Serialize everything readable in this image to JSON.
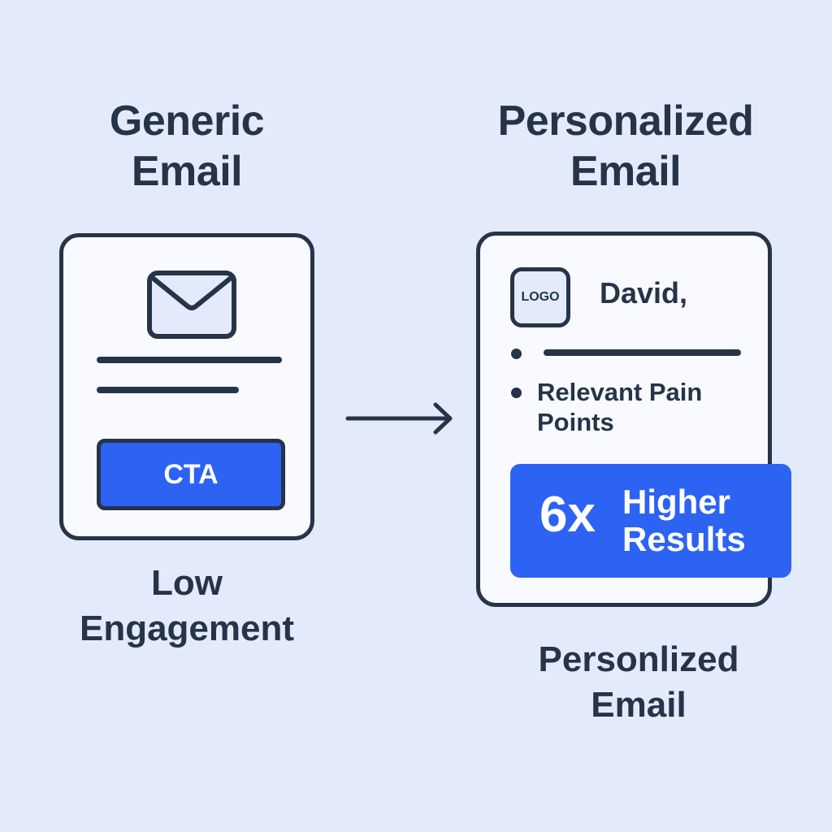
{
  "left": {
    "title_line1": "Generic",
    "title_line2": "Email",
    "icon": "envelope-icon",
    "cta_label": "CTA",
    "caption_line1": "Low",
    "caption_line2": "Engagement"
  },
  "arrow": {
    "icon": "arrow-right-icon"
  },
  "right": {
    "title_line1": "Personalized",
    "title_line2": "Email",
    "logo_label": "LOGO",
    "greeting": "David,",
    "bullet_text_line1": "Relevant Pain",
    "bullet_text_line2": "Points",
    "badge_multiplier": "6x",
    "badge_line1": "Higher",
    "badge_line2": "Results",
    "caption_line1": "Personlized",
    "caption_line2": "Email"
  },
  "colors": {
    "background": "#e3ebfb",
    "ink": "#263449",
    "accent": "#2d63f3",
    "card": "#f8faff"
  }
}
